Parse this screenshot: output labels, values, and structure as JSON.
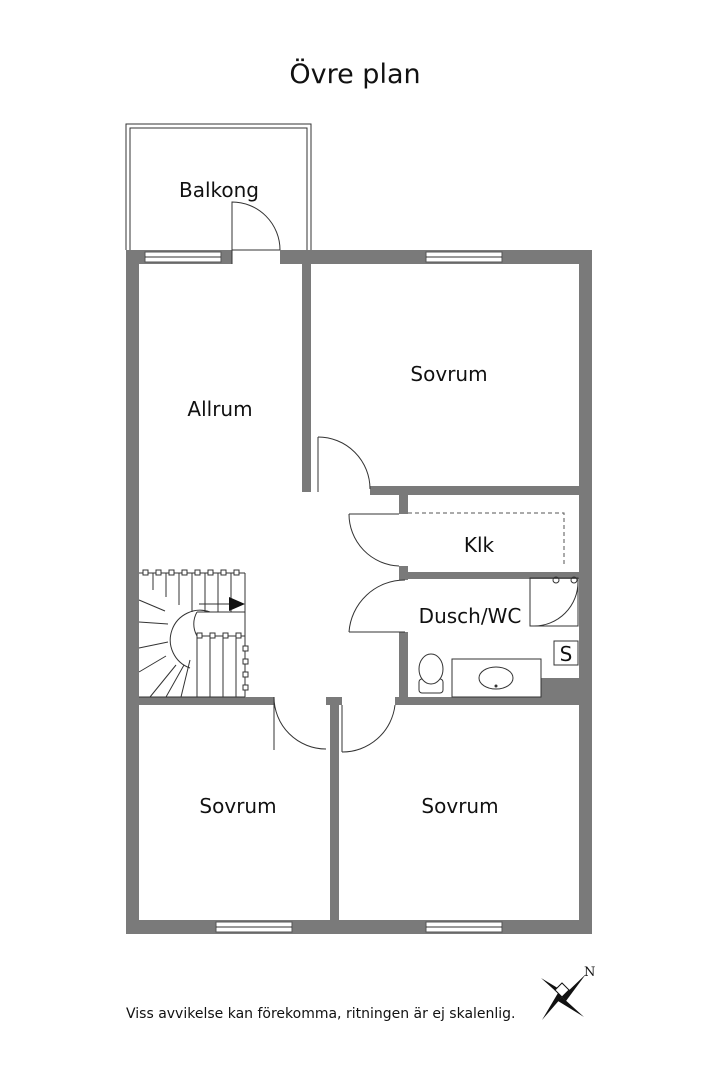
{
  "title": "Övre plan",
  "rooms": {
    "balcony": "Balkong",
    "family_room": "Allrum",
    "bedroom_top": "Sovrum",
    "closet": "Klk",
    "bathroom": "Dusch/WC",
    "bedroom_left": "Sovrum",
    "bedroom_right": "Sovrum"
  },
  "fixtures": {
    "s_box": "S"
  },
  "compass": {
    "north": "N"
  },
  "disclaimer": "Viss avvikelse kan förekomma, ritningen är ej skalenlig."
}
